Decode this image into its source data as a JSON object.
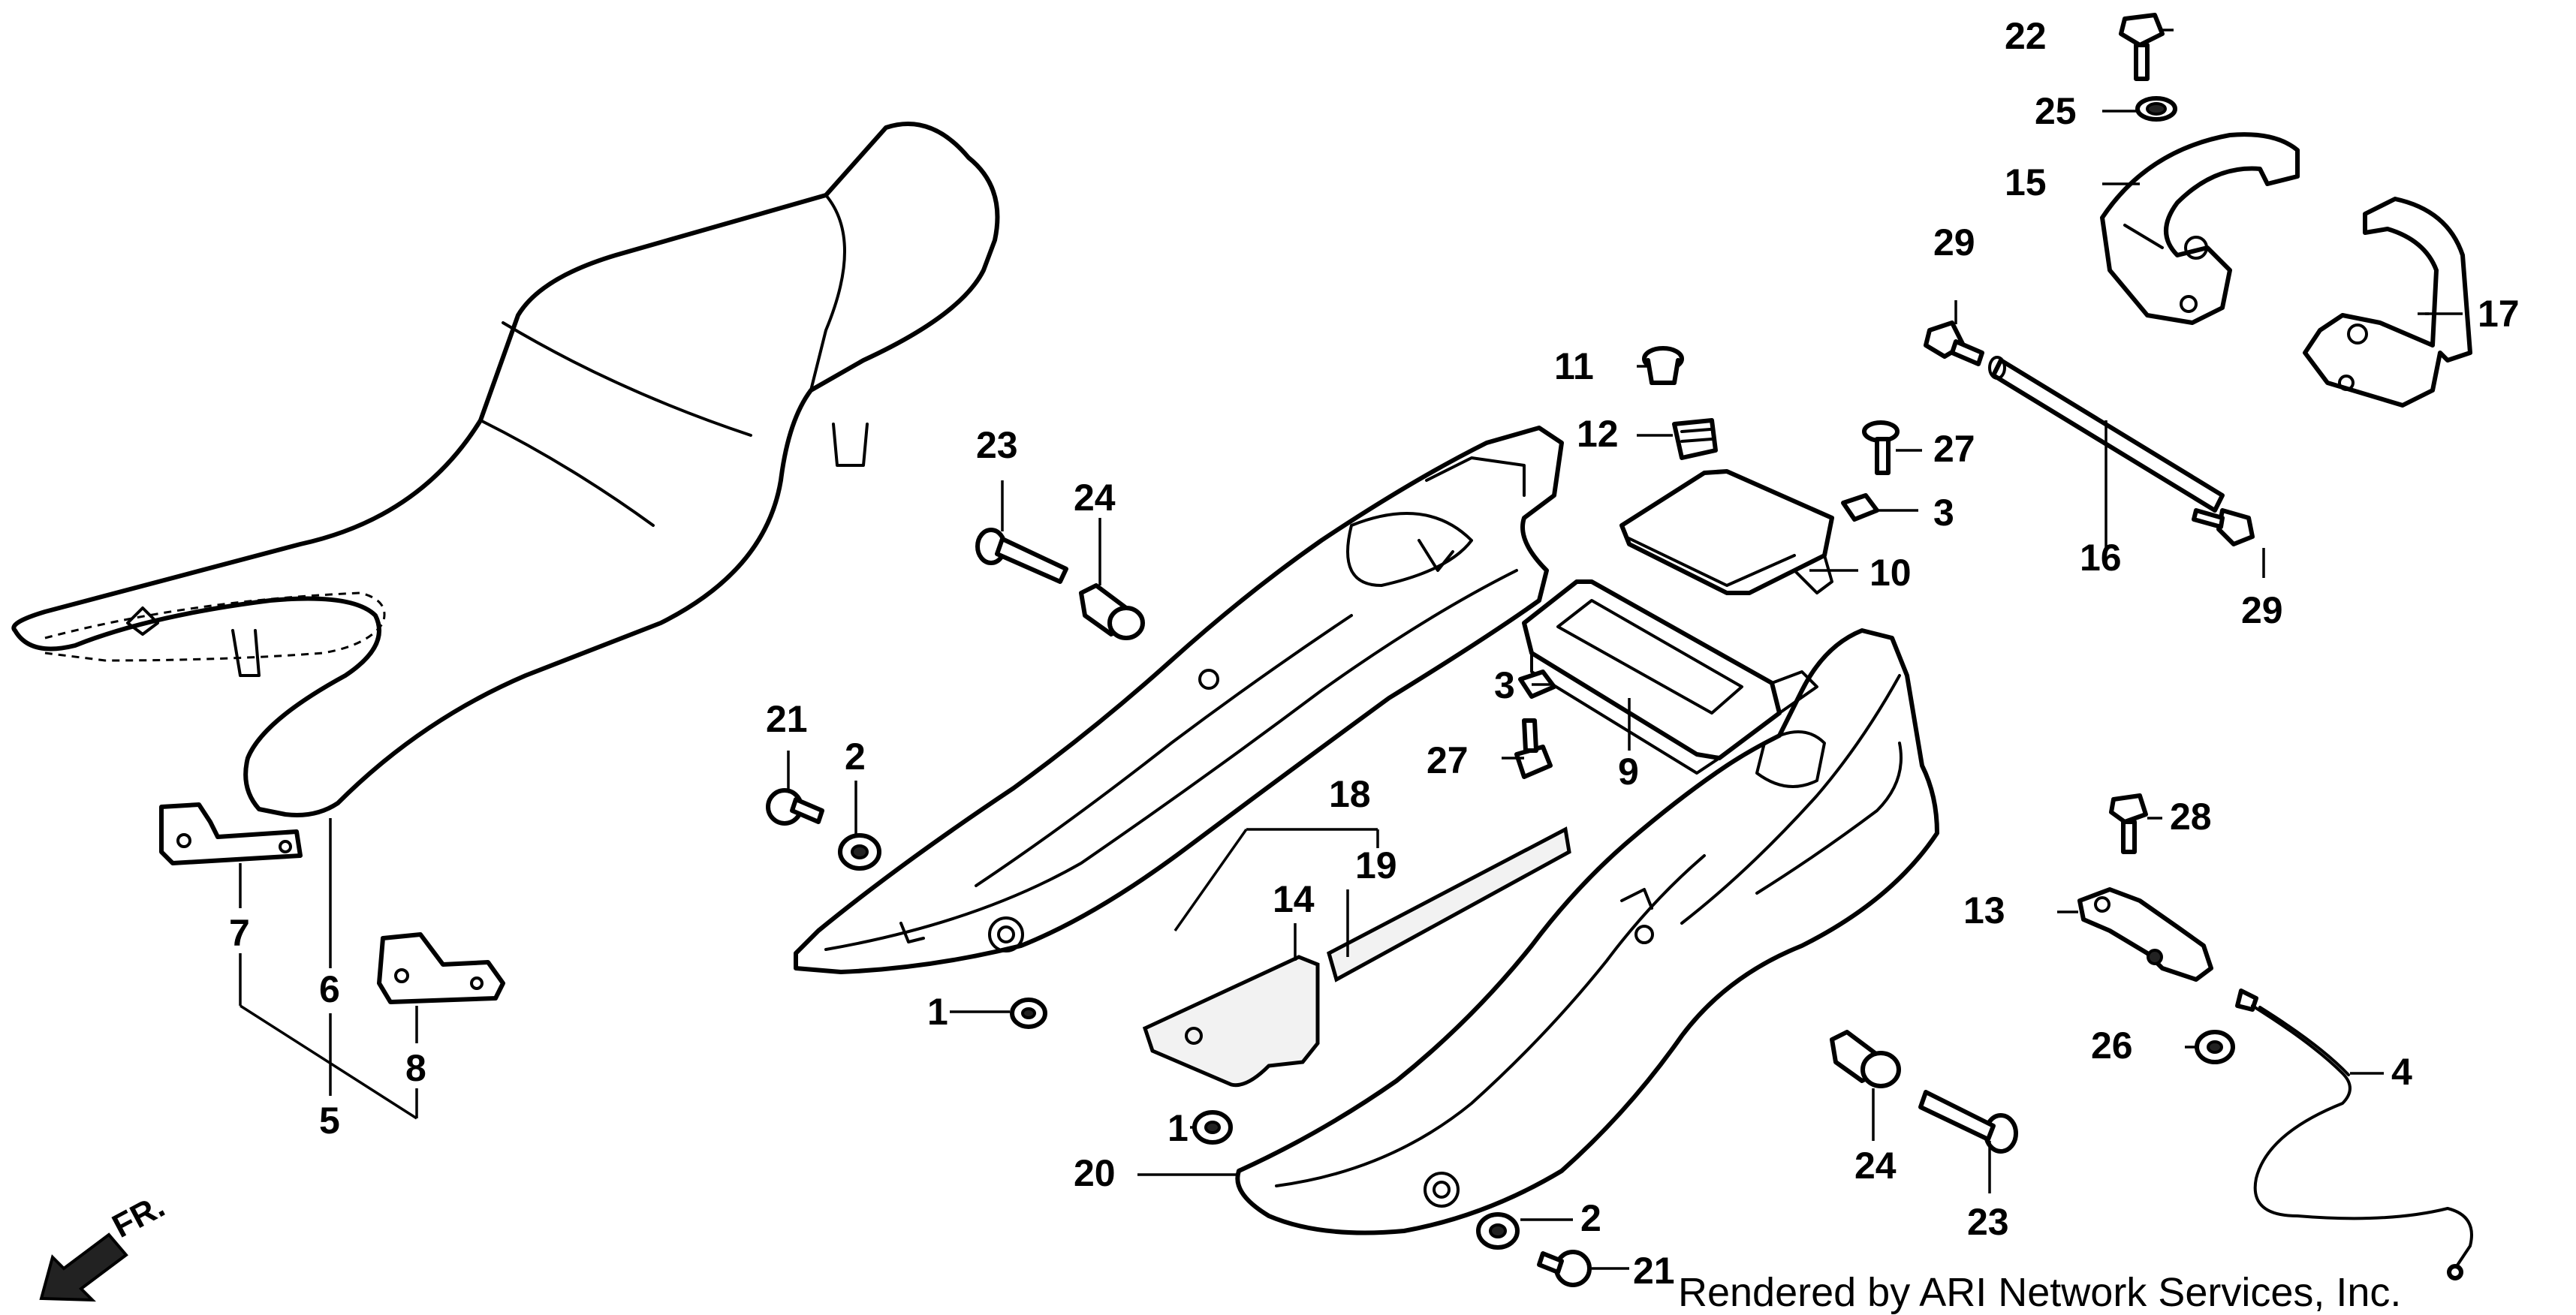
{
  "diagram": {
    "direction_label": "FR.",
    "credit": "Rendered by ARI Network Services, Inc.",
    "callouts": {
      "c1a": "1",
      "c1b": "1",
      "c2a": "2",
      "c2b": "2",
      "c3a": "3",
      "c3b": "3",
      "c4": "4",
      "c5": "5",
      "c6": "6",
      "c7": "7",
      "c8": "8",
      "c9": "9",
      "c10": "10",
      "c11": "11",
      "c12": "12",
      "c13": "13",
      "c14": "14",
      "c15": "15",
      "c16": "16",
      "c17": "17",
      "c18": "18",
      "c19": "19",
      "c20": "20",
      "c21a": "21",
      "c21b": "21",
      "c22": "22",
      "c23a": "23",
      "c23b": "23",
      "c24a": "24",
      "c24b": "24",
      "c25": "25",
      "c26": "26",
      "c27a": "27",
      "c27b": "27",
      "c28": "28",
      "c29a": "29",
      "c29b": "29"
    }
  }
}
